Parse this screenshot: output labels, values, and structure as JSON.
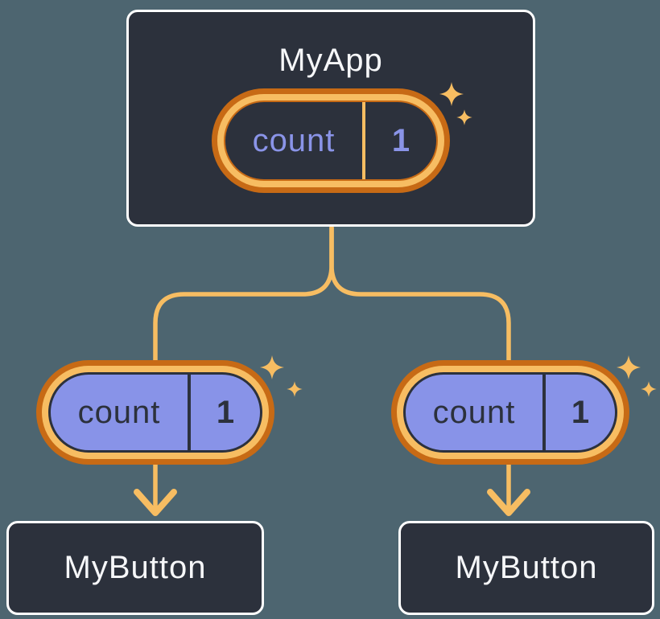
{
  "colors": {
    "background": "#4D6570",
    "card_fill": "#2C313C",
    "card_border": "#FFFFFF",
    "accent_orange_light": "#F7BD62",
    "accent_orange_dark": "#C76A15",
    "purple": "#8A94E8",
    "text_light": "#F6F7F9",
    "text_dark": "#2C313C"
  },
  "tree": {
    "root": {
      "title": "MyApp",
      "state_pill": {
        "label": "count",
        "value": "1"
      },
      "sparkle_icon": "sparkle-icon"
    },
    "children": [
      {
        "title": "MyButton",
        "prop_pill": {
          "label": "count",
          "value": "1"
        },
        "sparkle_icon": "sparkle-icon"
      },
      {
        "title": "MyButton",
        "prop_pill": {
          "label": "count",
          "value": "1"
        },
        "sparkle_icon": "sparkle-icon"
      }
    ]
  }
}
